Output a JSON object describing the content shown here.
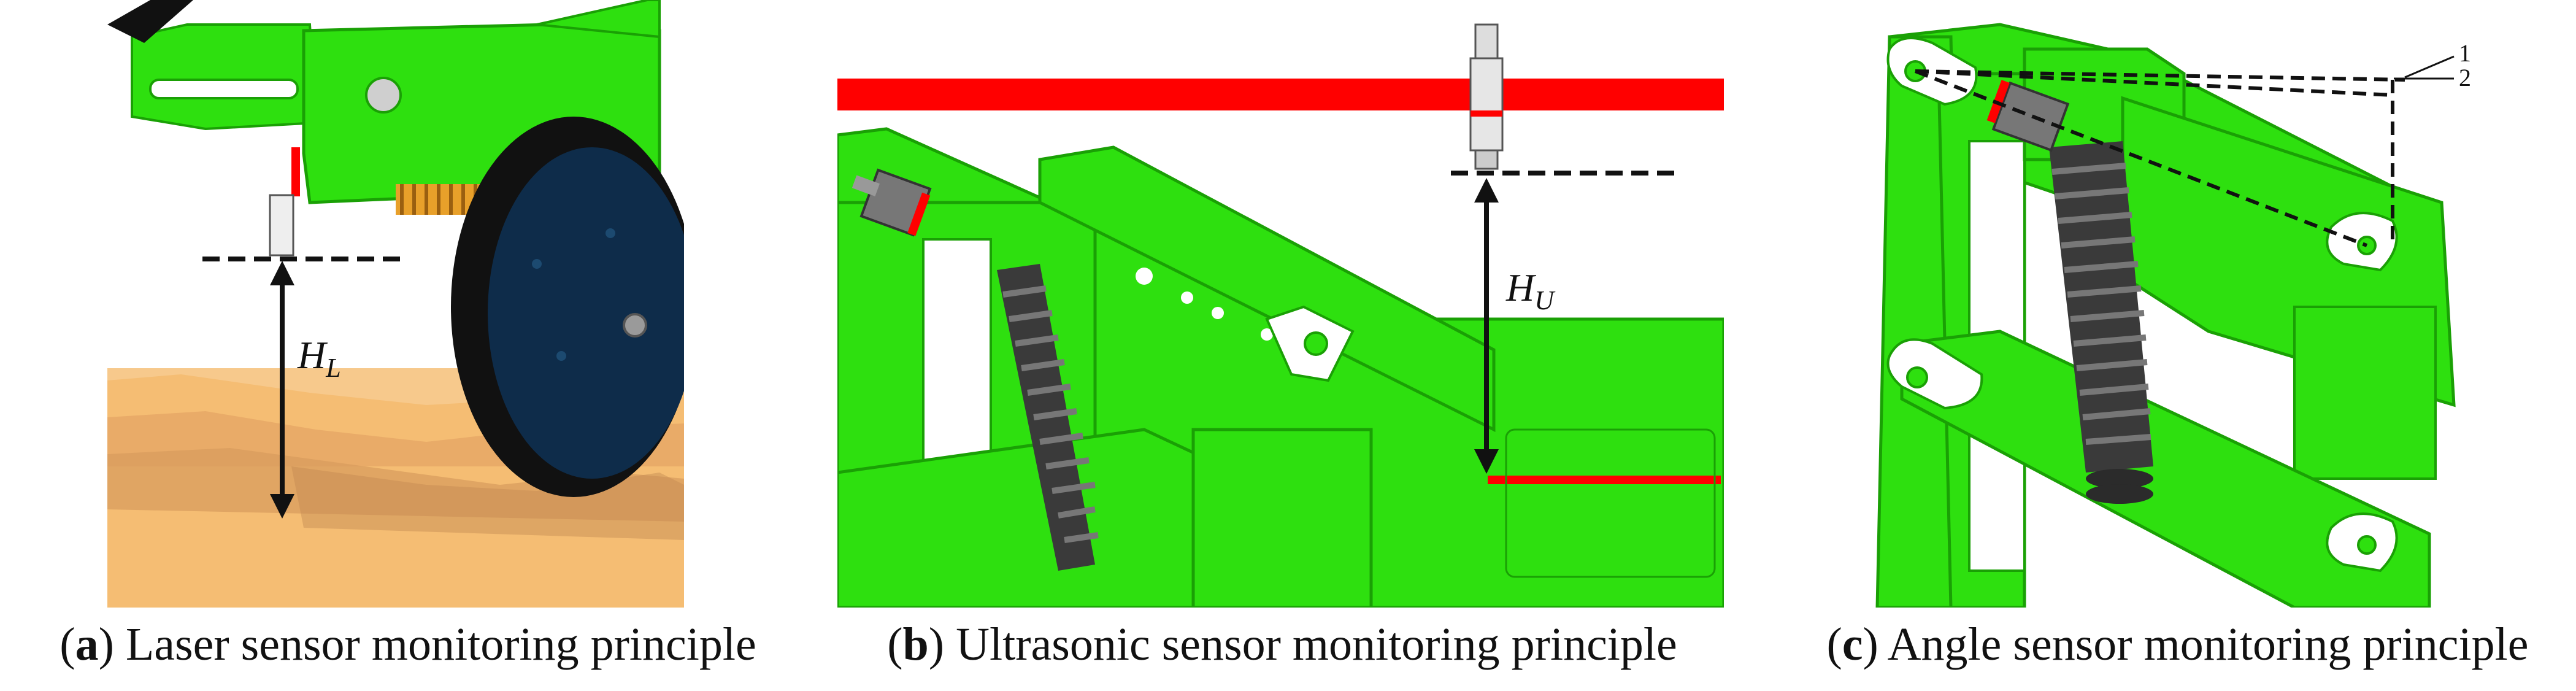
{
  "colors": {
    "machine_green": "#2ee00f",
    "machine_green_dark": "#1aa005",
    "soil": "#f5c07a",
    "soil_dark": "#c98f52",
    "wheel": "#0e2c4a",
    "bar_red": "#ff0000",
    "spring": "#2d2d2d",
    "spring_orange": "#e8a02a",
    "sensor_gray": "#777777"
  },
  "panels": [
    {
      "label_letter": "a",
      "caption": "Laser sensor monitoring principle",
      "measure_label": "H",
      "measure_sub": "L"
    },
    {
      "label_letter": "b",
      "caption": "Ultrasonic sensor monitoring principle",
      "measure_label": "H",
      "measure_sub": "U"
    },
    {
      "label_letter": "c",
      "caption": "Angle sensor monitoring principle",
      "callout_1": "1",
      "callout_2": "2"
    }
  ]
}
